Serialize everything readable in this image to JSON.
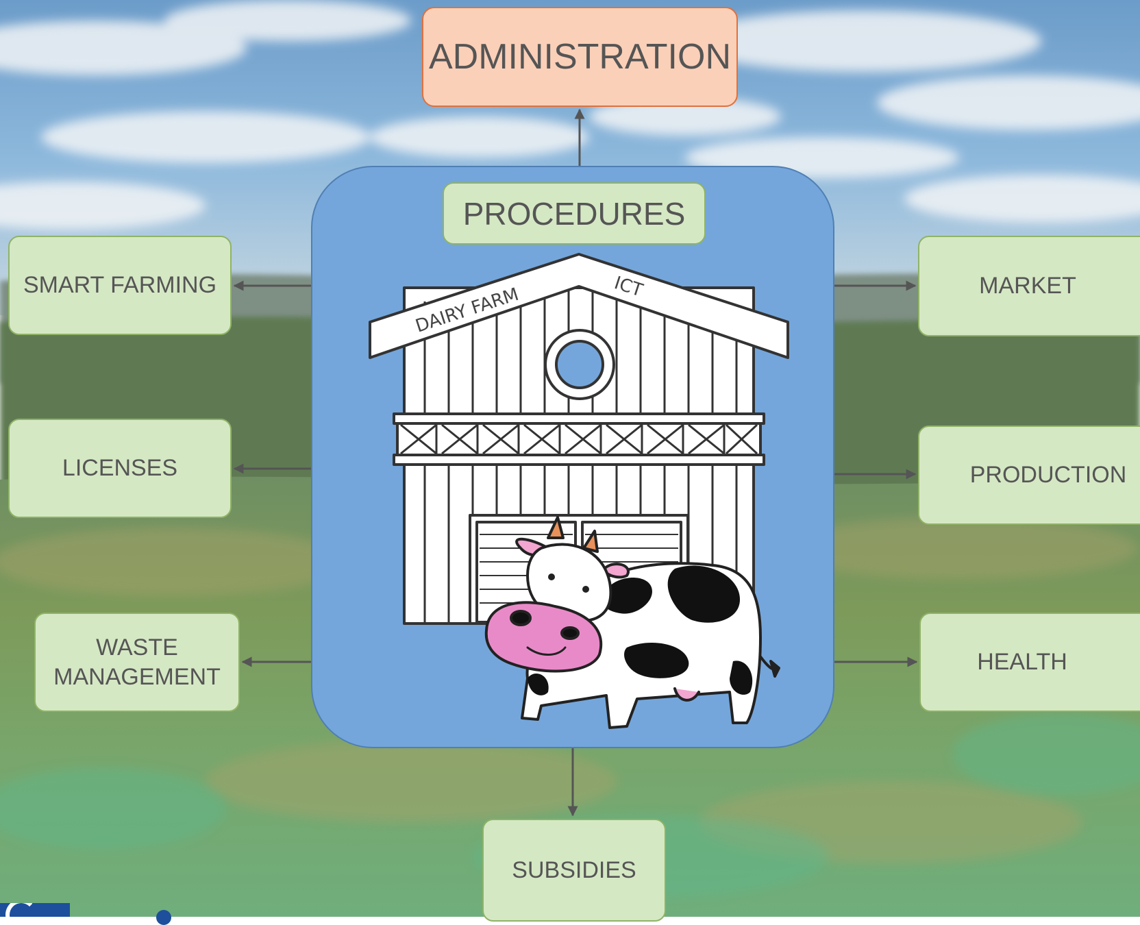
{
  "diagram": {
    "top": {
      "label": "ADMINISTRATION"
    },
    "center": {
      "label": "PROCEDURES",
      "barn_sign": "DAIRY FARM",
      "barn_tag": "ICT"
    },
    "left": [
      {
        "label": "SMART FARMING"
      },
      {
        "label": "LICENSES"
      },
      {
        "label": "WASTE\nMANAGEMENT"
      }
    ],
    "right": [
      {
        "label": "MARKET"
      },
      {
        "label": "PRODUCTION"
      },
      {
        "label": "HEALTH"
      }
    ],
    "bottom": {
      "label": "SUBSIDIES"
    }
  },
  "colors": {
    "admin_fill": "#fbd0b8",
    "admin_border": "#e0703b",
    "node_fill": "#d5e8c4",
    "node_border": "#8fb366",
    "hub_fill": "#74a6db",
    "text": "#555555",
    "arrow": "#555555"
  },
  "icons": [
    "barn-icon",
    "cow-icon",
    "logo-mark-icon"
  ]
}
